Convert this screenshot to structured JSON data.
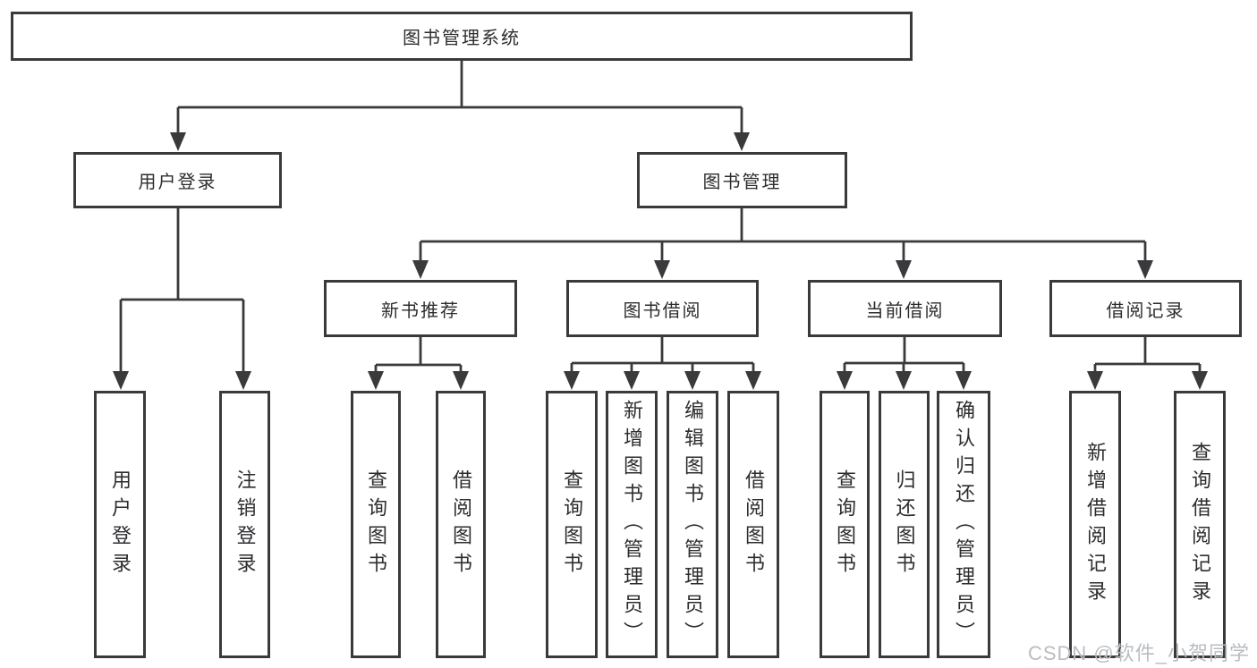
{
  "colors": {
    "background": "#ffffff",
    "line": "#3a3a3c",
    "text": "#2d2d30",
    "watermark": "#b9bdc1"
  },
  "watermark": {
    "text": "CSDN @软件_小贺同学"
  },
  "diagram": {
    "root": {
      "label": "图书管理系统"
    },
    "branches": [
      {
        "label": "用户登录",
        "children": [
          {
            "label": "用户登录"
          },
          {
            "label": "注销登录"
          }
        ]
      },
      {
        "label": "图书管理",
        "children": [
          {
            "label": "新书推荐",
            "children": [
              {
                "label": "查询图书"
              },
              {
                "label": "借阅图书"
              }
            ]
          },
          {
            "label": "图书借阅",
            "children": [
              {
                "label": "查询图书"
              },
              {
                "label": "新增图书（管理员）"
              },
              {
                "label": "编辑图书（管理员）"
              },
              {
                "label": "借阅图书"
              }
            ]
          },
          {
            "label": "当前借阅",
            "children": [
              {
                "label": "查询图书"
              },
              {
                "label": "归还图书"
              },
              {
                "label": "确认归还（管理员）"
              }
            ]
          },
          {
            "label": "借阅记录",
            "children": [
              {
                "label": "新增借阅记录"
              },
              {
                "label": "查询借阅记录"
              }
            ]
          }
        ]
      }
    ]
  }
}
